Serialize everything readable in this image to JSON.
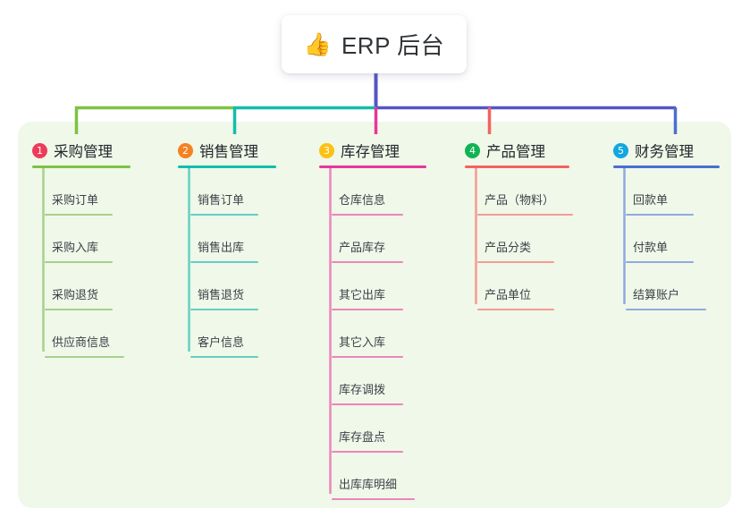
{
  "root": {
    "icon": "thumbs-up-icon",
    "emoji": "👍",
    "title": "ERP 后台"
  },
  "palette": {
    "panel_bg": "#eff8e9",
    "page_bg": "#ffffff",
    "trunk": "#5356c4",
    "green": "#7dc242",
    "teal": "#14bdac",
    "pink": "#e8369a",
    "red": "#f4625f",
    "blue": "#4b6fd0",
    "leaf_green": "#a8d08d",
    "leaf_teal": "#63cfc4",
    "leaf_pink": "#ee84be",
    "leaf_red": "#f79a95",
    "leaf_blue": "#92a9df",
    "badge_1": "#ef3b5b",
    "badge_2": "#f58220",
    "badge_3": "#fcc113",
    "badge_4": "#12b352",
    "badge_5": "#13a7e0"
  },
  "branches": [
    {
      "number": "1",
      "label": "采购管理",
      "badge_color": "#ef3b5b",
      "rule_color": "#7dc242",
      "leaf_color": "#a8d08d",
      "items": [
        {
          "label": "采购订单"
        },
        {
          "label": "采购入库"
        },
        {
          "label": "采购退货"
        },
        {
          "label": "供应商信息"
        }
      ]
    },
    {
      "number": "2",
      "label": "销售管理",
      "badge_color": "#f58220",
      "rule_color": "#14bdac",
      "leaf_color": "#63cfc4",
      "items": [
        {
          "label": "销售订单"
        },
        {
          "label": "销售出库"
        },
        {
          "label": "销售退货"
        },
        {
          "label": "客户信息"
        }
      ]
    },
    {
      "number": "3",
      "label": "库存管理",
      "badge_color": "#fcc113",
      "rule_color": "#e8369a",
      "leaf_color": "#ee84be",
      "items": [
        {
          "label": "仓库信息"
        },
        {
          "label": "产品库存"
        },
        {
          "label": "其它出库"
        },
        {
          "label": "其它入库"
        },
        {
          "label": "库存调拨"
        },
        {
          "label": "库存盘点"
        },
        {
          "label": "出库库明细"
        }
      ]
    },
    {
      "number": "4",
      "label": "产品管理",
      "badge_color": "#12b352",
      "rule_color": "#f4625f",
      "leaf_color": "#f79a95",
      "items": [
        {
          "label": "产品（物料）"
        },
        {
          "label": "产品分类"
        },
        {
          "label": "产品单位"
        }
      ]
    },
    {
      "number": "5",
      "label": "财务管理",
      "badge_color": "#13a7e0",
      "rule_color": "#4b6fd0",
      "leaf_color": "#92a9df",
      "items": [
        {
          "label": "回款单"
        },
        {
          "label": "付款单"
        },
        {
          "label": "结算账户"
        }
      ]
    }
  ]
}
